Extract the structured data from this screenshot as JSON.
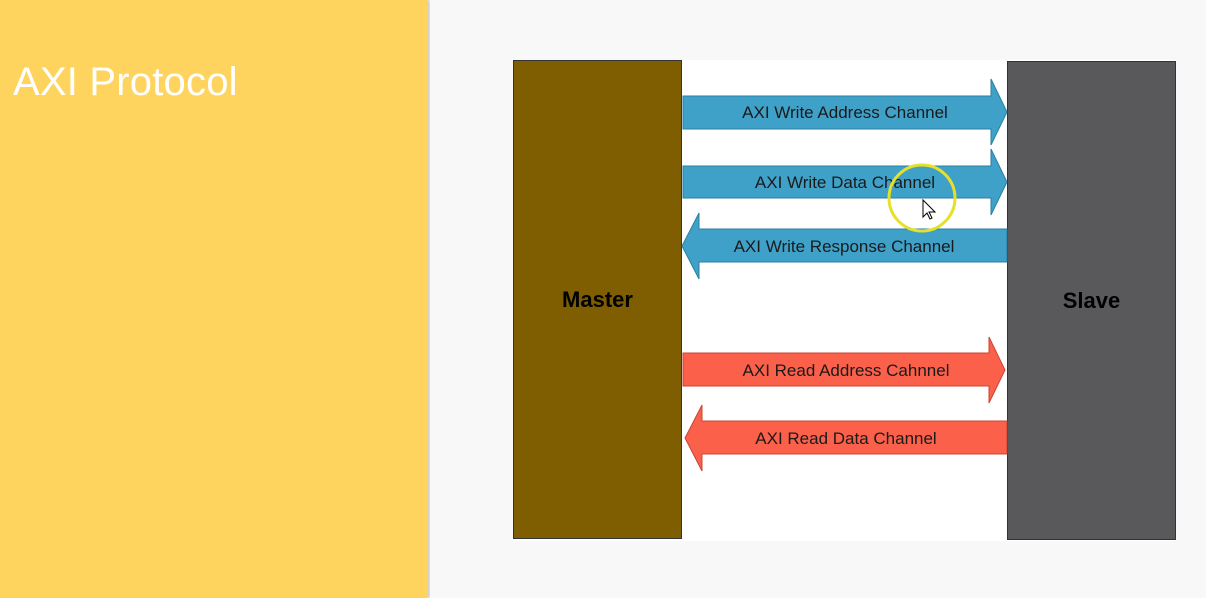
{
  "slide": {
    "title": "AXI Protocol"
  },
  "diagram": {
    "master_label": "Master",
    "slave_label": "Slave",
    "channels": [
      {
        "label": "AXI Write Address Channel",
        "direction": "to-slave",
        "color": "#3fa1c8"
      },
      {
        "label": "AXI Write Data Channel",
        "direction": "to-slave",
        "color": "#3fa1c8"
      },
      {
        "label": "AXI Write Response Channel",
        "direction": "to-master",
        "color": "#3fa1c8"
      },
      {
        "label": "AXI Read Address Cahnnel",
        "direction": "to-slave",
        "color": "#fb604a"
      },
      {
        "label": "AXI Read Data Channel",
        "direction": "to-master",
        "color": "#fb604a"
      }
    ]
  },
  "colors": {
    "sidebar": "#fed35e",
    "master": "#7f5e01",
    "slave": "#59595b",
    "write_channel": "#3fa1c8",
    "read_channel": "#fb604a",
    "cursor_highlight": "#e6e02a"
  }
}
